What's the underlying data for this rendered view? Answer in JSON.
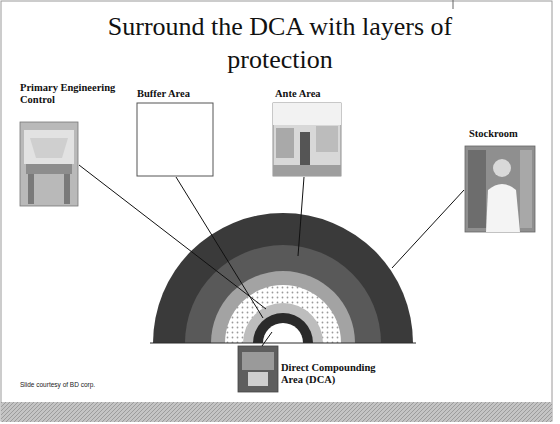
{
  "diagram": {
    "title": "Surround the DCA with layers of protection",
    "nodes": [
      {
        "text": [
          "Primary Engineering Control"
        ]
      },
      {
        "text": [
          "Buffer Area"
        ]
      },
      {
        "text": [
          "Ante Area"
        ]
      },
      {
        "text": [
          "Stockroom"
        ]
      },
      {
        "text": [
          "Direct Compounding Area (DCA)"
        ]
      }
    ],
    "labels": [
      "Slide courtesy of BD corp."
    ]
  }
}
